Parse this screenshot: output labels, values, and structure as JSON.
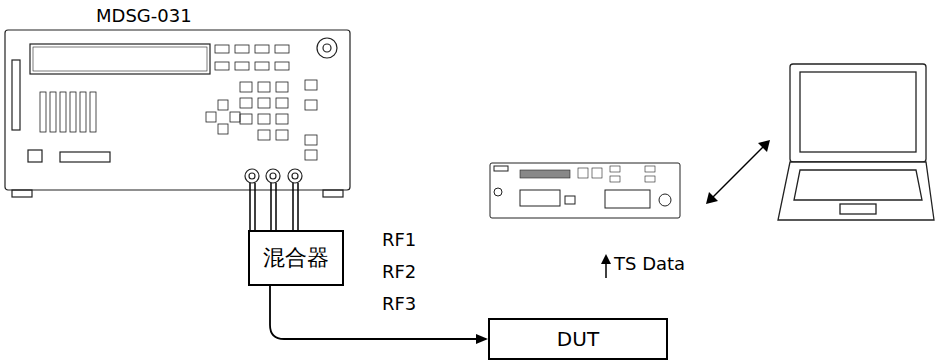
{
  "diagram": {
    "nodes": [
      {
        "text": [
          "混合器"
        ]
      },
      {
        "text": [
          "DUT"
        ]
      }
    ],
    "edges": [
      {
        "from": 0,
        "to": 1,
        "arrow": "to"
      }
    ],
    "labels": [
      "MDSG-031",
      "RF1",
      "RF2",
      "RF3",
      "TS Data"
    ]
  }
}
